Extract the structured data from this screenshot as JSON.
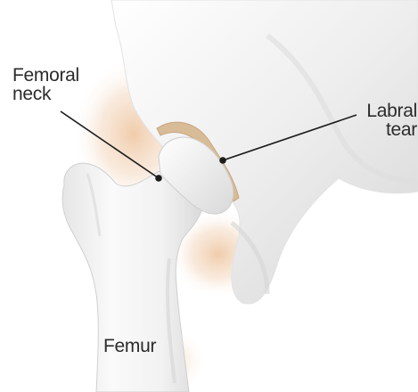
{
  "diagram": {
    "labels": {
      "femoral_neck": [
        "Femoral",
        "neck"
      ],
      "labral_tear": [
        "Labral",
        "tear"
      ],
      "femur": "Femur"
    },
    "colors": {
      "bone_light": "#f6f6f6",
      "bone_shadow": "#dcdcdc",
      "soft_tissue": "#f3dcc5",
      "labrum": "#d8bb97",
      "leader_line": "#1c1c1c",
      "text": "#2b2b2b"
    }
  }
}
